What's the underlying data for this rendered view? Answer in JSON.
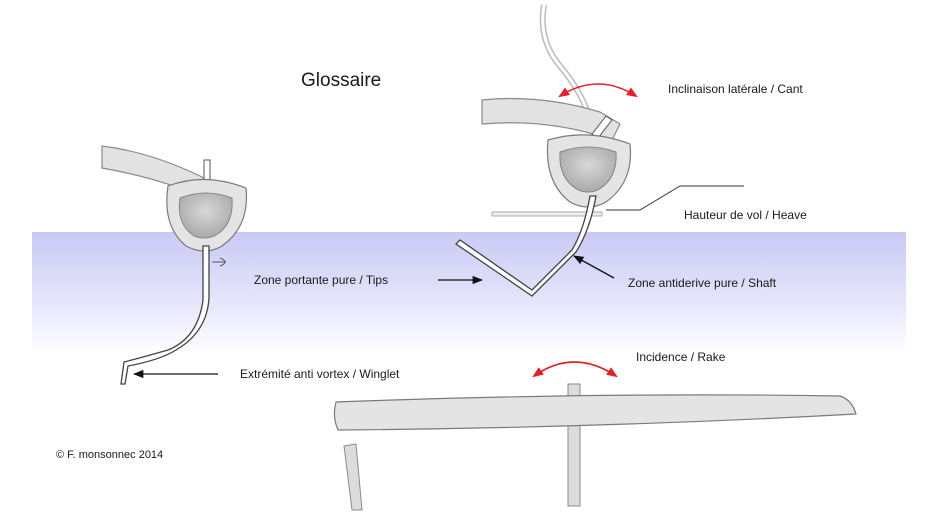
{
  "title": "Glossaire",
  "labels": {
    "cant": "Inclinaison latérale / Cant",
    "heave": "Hauteur de vol / Heave",
    "tips": "Zone portante pure / Tips",
    "shaft": "Zone antiderive pure / Shaft",
    "rake": "Incidence / Rake",
    "winglet": "Extrémité anti vortex / Winglet"
  },
  "copyright": "© F. monsonnec 2014",
  "colors": {
    "water_top": "#c9c9f5",
    "water_bottom": "#ffffff",
    "hull_fill": "#e4e4e4",
    "hull_stroke": "#8a8a8a",
    "foil_fill": "#ffffff",
    "foil_stroke": "#444444",
    "arrow_red": "#e0202a",
    "arrow_black": "#111111"
  }
}
